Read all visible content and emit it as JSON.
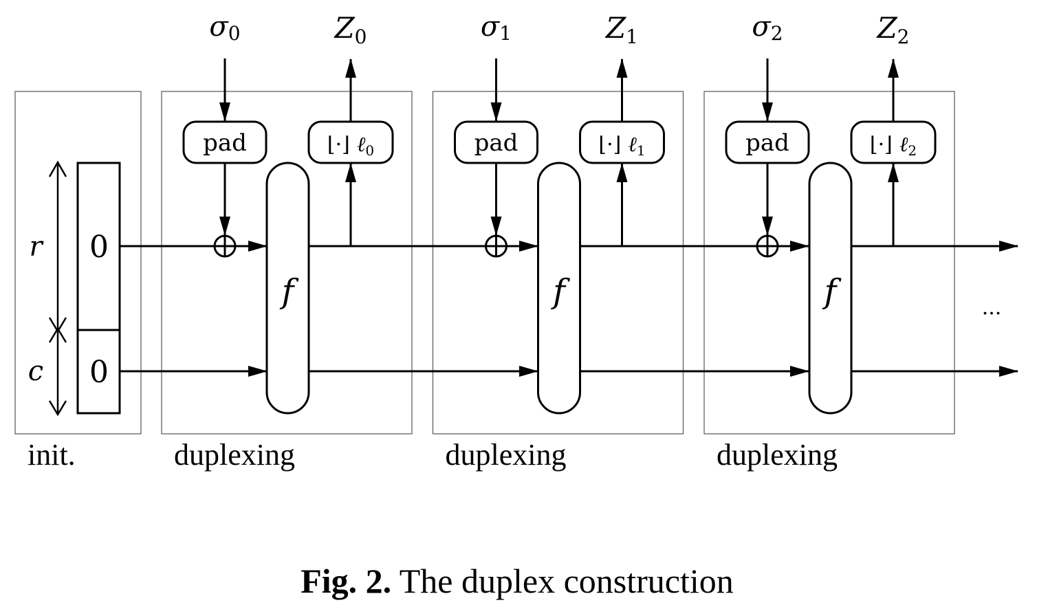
{
  "diagram": {
    "init": {
      "label": "init.",
      "r_label": "r",
      "c_label": "c",
      "r_value": "0",
      "c_value": "0"
    },
    "stages": [
      {
        "label": "duplexing",
        "input": "σ",
        "input_sub": "0",
        "output": "Z",
        "output_sub": "0",
        "pad_label": "pad",
        "trunc_label": "⌊·⌋",
        "trunc_len": "ℓ",
        "trunc_sub": "0",
        "f_label": "f"
      },
      {
        "label": "duplexing",
        "input": "σ",
        "input_sub": "1",
        "output": "Z",
        "output_sub": "1",
        "pad_label": "pad",
        "trunc_label": "⌊·⌋",
        "trunc_len": "ℓ",
        "trunc_sub": "1",
        "f_label": "f"
      },
      {
        "label": "duplexing",
        "input": "σ",
        "input_sub": "2",
        "output": "Z",
        "output_sub": "2",
        "pad_label": "pad",
        "trunc_label": "⌊·⌋",
        "trunc_len": "ℓ",
        "trunc_sub": "2",
        "f_label": "f"
      }
    ],
    "ellipsis": "···"
  },
  "caption": {
    "prefix": "Fig. 2.",
    "text": " The duplex construction"
  }
}
